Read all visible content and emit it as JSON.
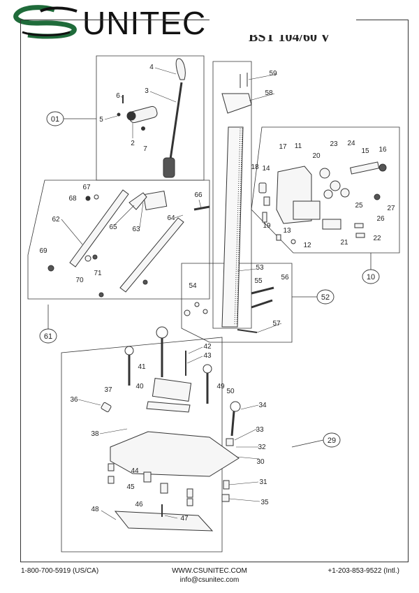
{
  "header": {
    "brand": "UNITEC",
    "model": "BST 104/60 V",
    "logo_colors": {
      "green": "#1f6b3a",
      "black": "#111111"
    }
  },
  "footer": {
    "phone_us": "1-800-700-5919 (US/CA)",
    "website": "WWW.CSUNITEC.COM",
    "email": "info@csunitec.com",
    "phone_intl": "+1-203-853-9522 (Intl.)"
  },
  "groups": [
    "01",
    "61",
    "10",
    "52",
    "29"
  ],
  "parts": [
    "2",
    "3",
    "4",
    "5",
    "6",
    "7",
    "11",
    "12",
    "13",
    "14",
    "15",
    "16",
    "17",
    "18",
    "19",
    "20",
    "21",
    "22",
    "23",
    "24",
    "25",
    "26",
    "27",
    "30",
    "31",
    "32",
    "33",
    "34",
    "35",
    "36",
    "37",
    "38",
    "40",
    "41",
    "42",
    "43",
    "44",
    "45",
    "46",
    "47",
    "48",
    "49",
    "50",
    "53",
    "54",
    "55",
    "56",
    "57",
    "58",
    "59",
    "62",
    "63",
    "64",
    "65",
    "66",
    "67",
    "68",
    "69",
    "70",
    "71"
  ]
}
